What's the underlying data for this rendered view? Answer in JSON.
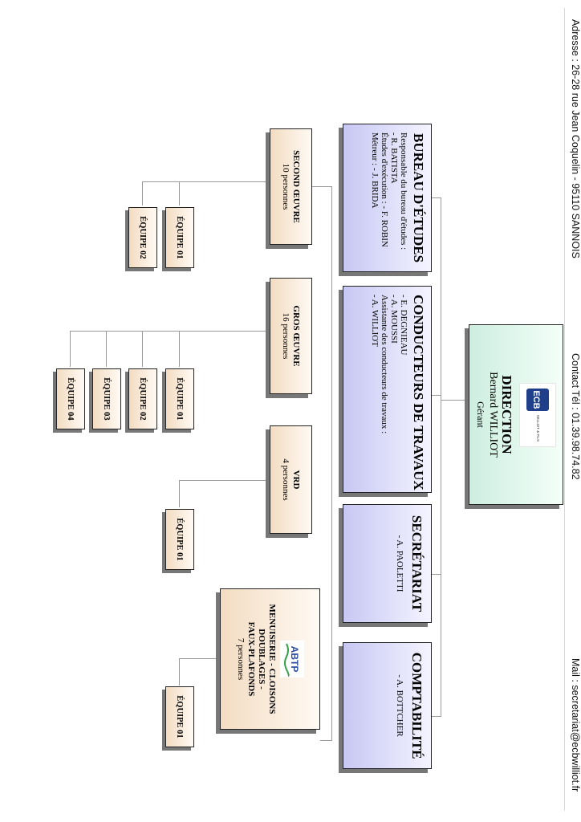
{
  "footer": {
    "address": "Adresse : 26-28 rue Jean Coquelin - 95110 SANNOIS",
    "contact": "Contact Tél : 01.39.98.74.82",
    "mail": "Mail : secretariat@ecbwilliot.fr"
  },
  "direction": {
    "title": "DIRECTION",
    "name": "Bernard WILLIOT",
    "role": "Gérant",
    "logo_text": "ECB",
    "logo_caption": "WILLIOT & FILS"
  },
  "departments": {
    "bureau": {
      "title": "BUREAU D'ÉTUDES",
      "lines": [
        "Responsable du bureau d'études :",
        "- R. BATISTA",
        "Études d'exécution : - F. ROBIN",
        "Métreur : - J. BRIDA"
      ]
    },
    "conducteurs": {
      "title": "CONDUCTEURS DE TRAVAUX",
      "lines": [
        "- E. DEGNIEAU",
        "- A. MOUSSI",
        "Assistante des conducteurs de travaux :",
        "- A. WILLIOT"
      ]
    },
    "secretariat": {
      "title": "SECRÉTARIAT",
      "lines": [
        "- A. PAOLETTI"
      ]
    },
    "comptabilite": {
      "title": "COMPTABILITÉ",
      "lines": [
        "- A. BOTTCHER"
      ]
    }
  },
  "trades": {
    "second": {
      "title": "SECOND ŒUVRE",
      "count": "10 personnes",
      "teams": [
        "ÉQUIPE 01",
        "ÉQUIPE 02"
      ]
    },
    "gros": {
      "title": "GROS ŒUVRE",
      "count": "16 personnes",
      "teams": [
        "ÉQUIPE 01",
        "ÉQUIPE 02",
        "ÉQUIPE 03",
        "ÉQUIPE 04"
      ]
    },
    "vrd": {
      "title": "VRD",
      "count": "4 personnes",
      "teams": [
        "ÉQUIPE 01"
      ]
    },
    "menuiserie": {
      "logo_text": "ABTP",
      "lines": [
        "MENUISERIE - CLOISONS",
        "DOUBLAGES -",
        "FAUX-PLAFONDS"
      ],
      "count": "7 personnes",
      "teams": [
        "ÉQUIPE 01"
      ]
    }
  },
  "colors": {
    "blue_box": "#c7c7f4",
    "cream_box": "#f3dcc2",
    "mint_box": "#cdeee0",
    "connector": "#9a9a9a"
  }
}
